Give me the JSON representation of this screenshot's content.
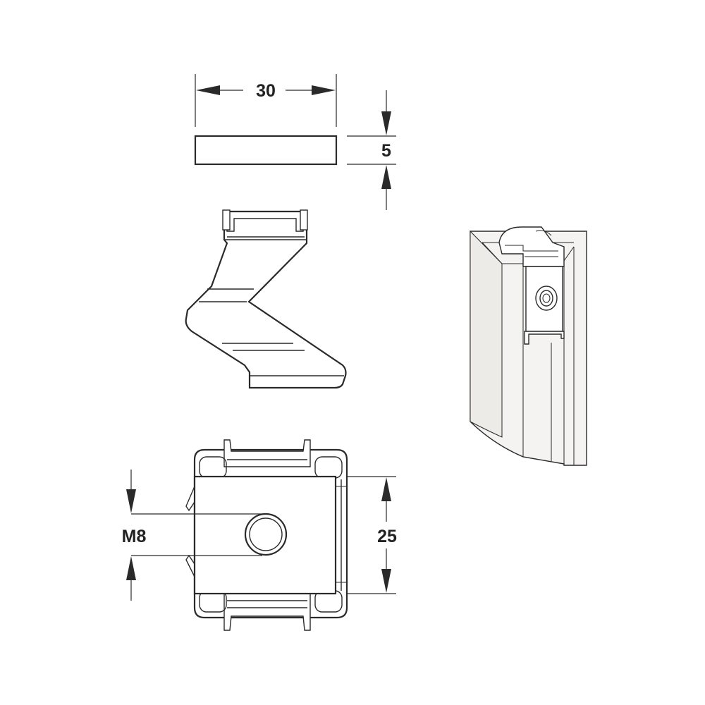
{
  "dimensions": {
    "width": "30",
    "height": "5",
    "thread": "M8",
    "span": "25"
  },
  "colors": {
    "line": "#2a2a2a",
    "background": "#ffffff",
    "profile_fill": "#f4f3f1"
  }
}
